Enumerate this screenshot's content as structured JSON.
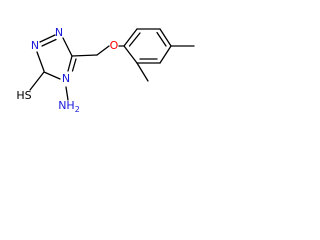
{
  "molecule": {
    "atoms": {
      "n1": "N",
      "n2": "N",
      "n4_amino_label": "NH",
      "n4_amino_subscript": "2",
      "n4_ring": "N",
      "o_ether": "O",
      "s_thiol": "HS"
    },
    "colors": {
      "nitrogen": "#1a1adb",
      "oxygen": "#ff0000",
      "sulfur": "#000000",
      "bond": "#000000"
    }
  }
}
